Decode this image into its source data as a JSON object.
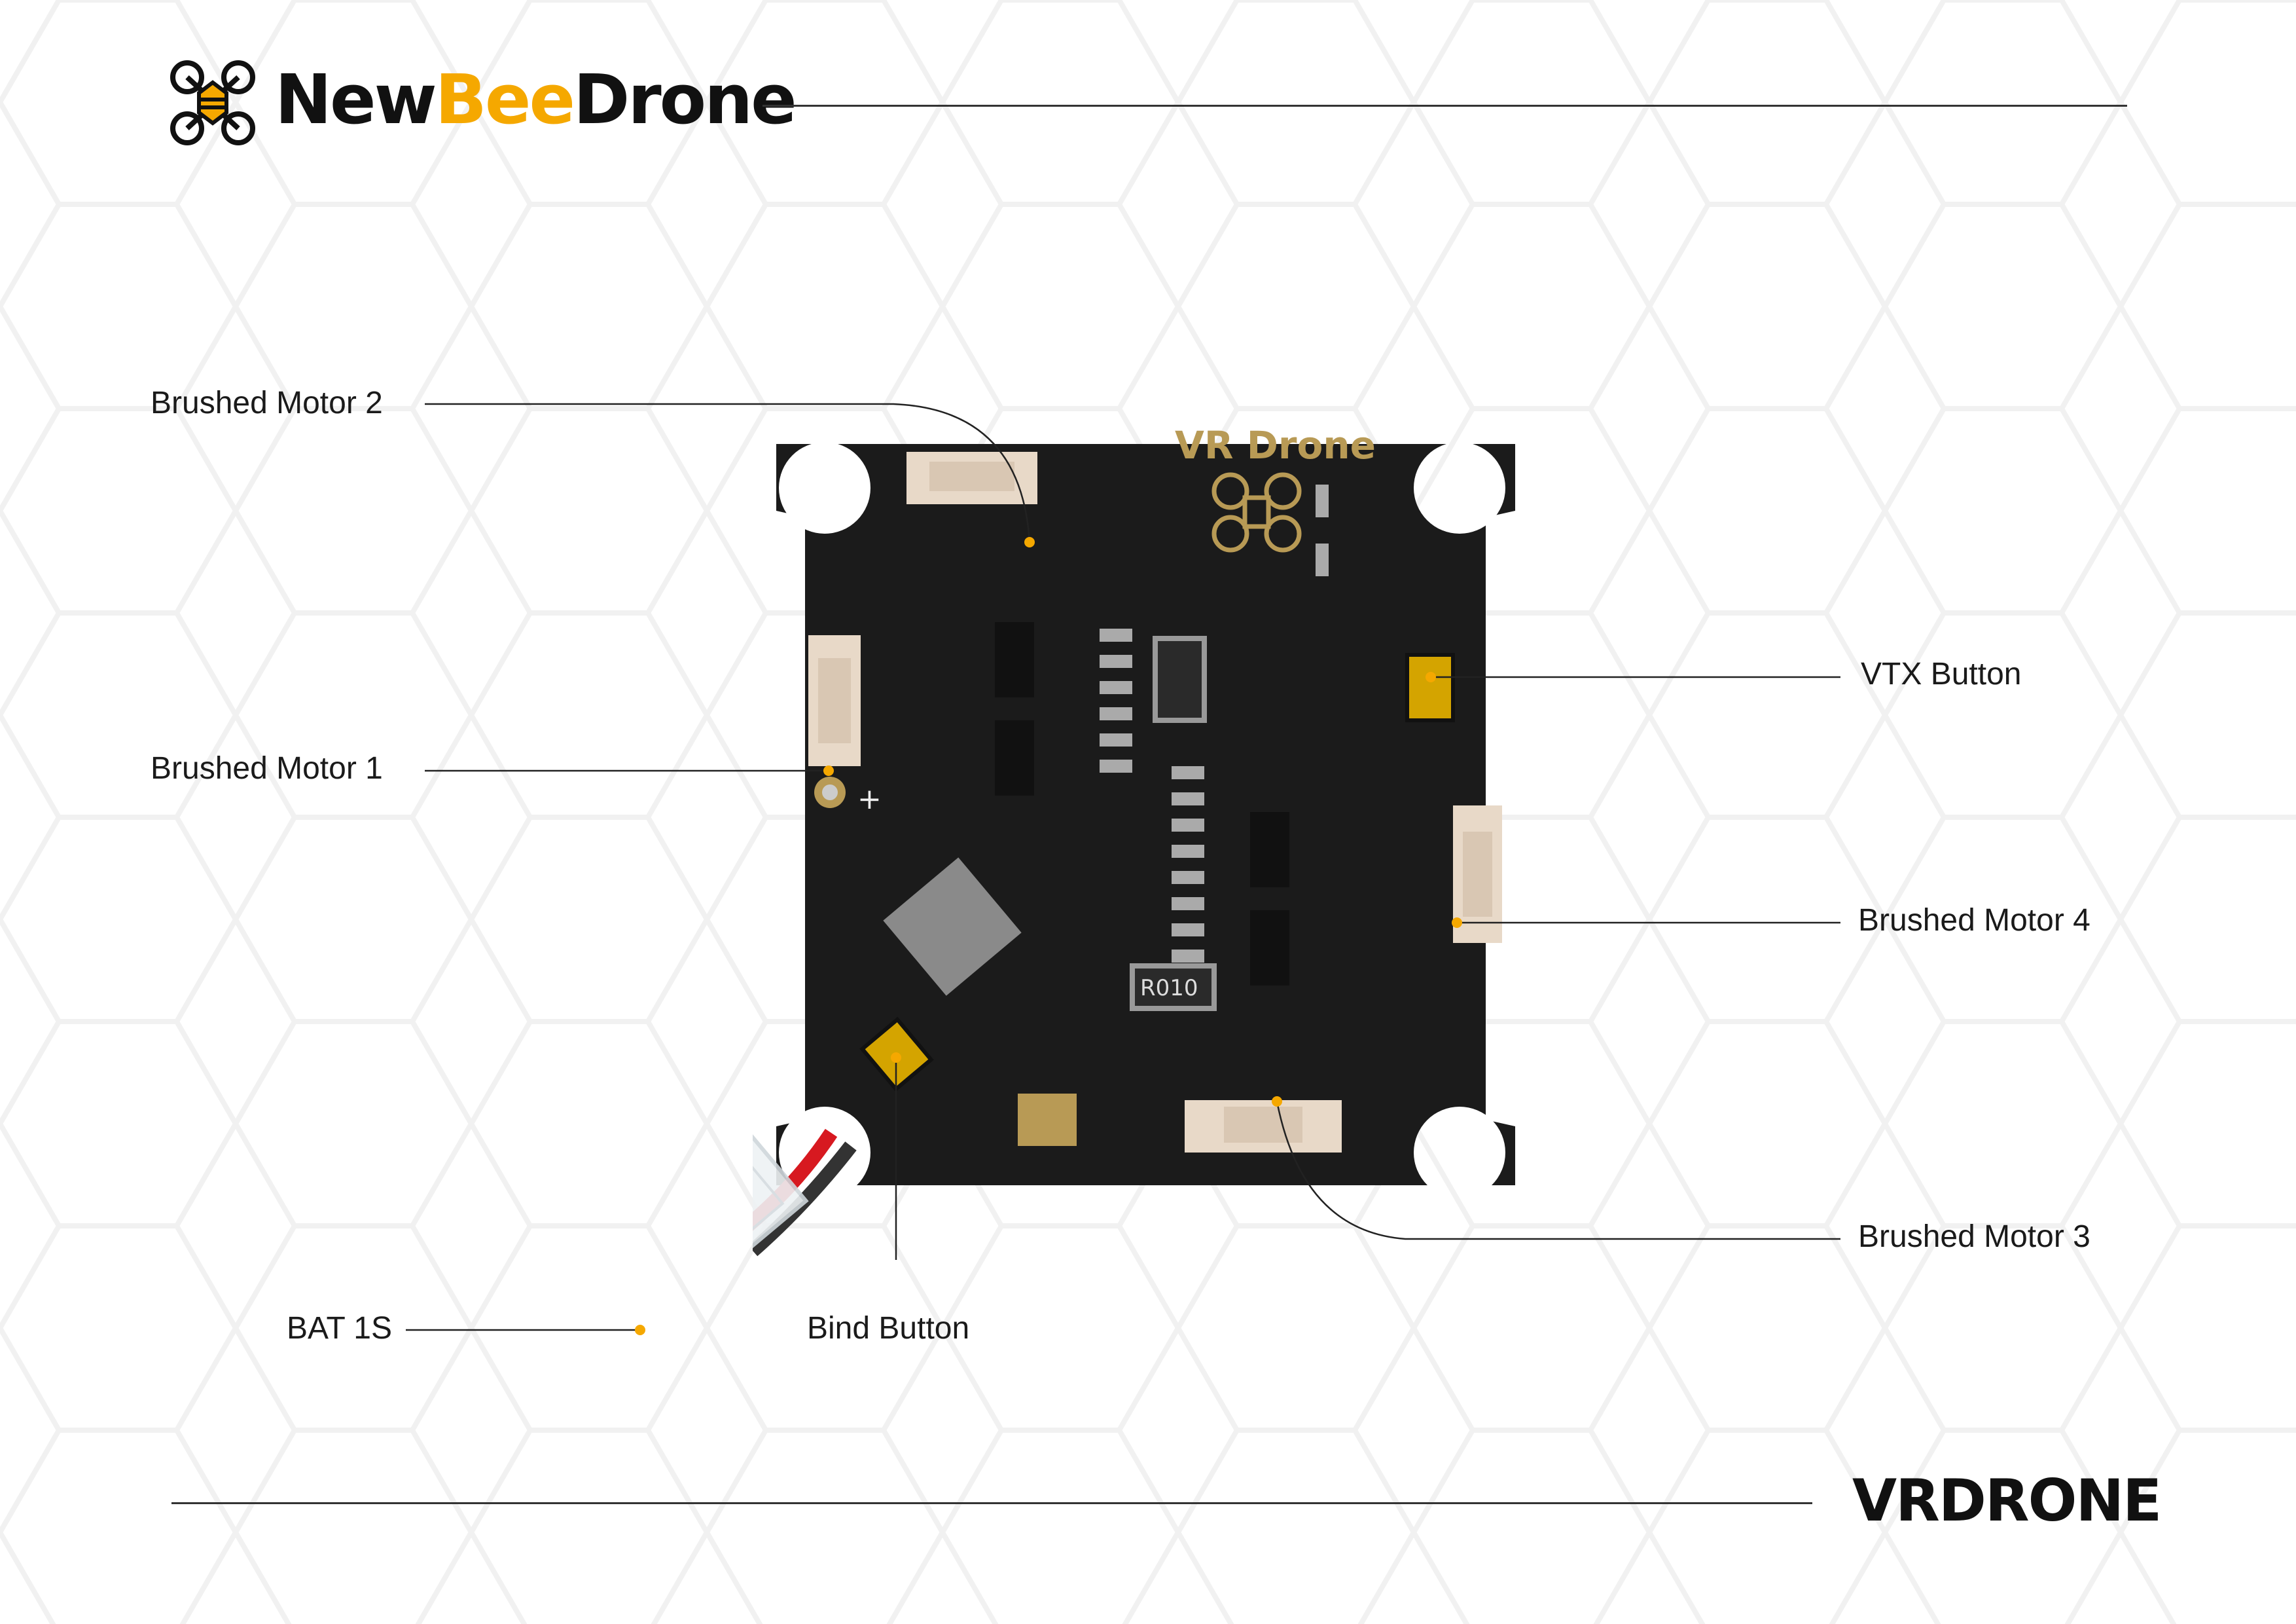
{
  "header": {
    "brand_part1": "New",
    "brand_part2": "Bee",
    "brand_part3": "Drone",
    "logo_icon": "bee-drone-icon"
  },
  "board": {
    "silkscreen_title": "VR Drone",
    "resistor_marking": "R010",
    "plus_marking": "+"
  },
  "labels": {
    "motor2": "Brushed Motor 2",
    "motor1": "Brushed Motor 1",
    "vtx": "VTX Button",
    "motor4": "Brushed Motor 4",
    "motor3": "Brushed Motor 3",
    "bind": "Bind Button",
    "battery": "BAT 1S"
  },
  "footer": {
    "brand": "VRDRONE"
  },
  "colors": {
    "accent": "#f5a800",
    "pcb": "#1b1b1b",
    "connector": "#e8d9c8",
    "gold": "#b89a55"
  }
}
